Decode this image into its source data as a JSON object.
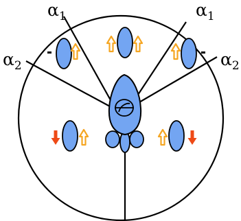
{
  "labels": {
    "alpha_1": {
      "symbol": "α",
      "subscript": "1"
    },
    "alpha_2": {
      "symbol": "α",
      "subscript": "2"
    }
  },
  "colors": {
    "outline": "#000000",
    "body_fill": "#73a5f2",
    "arrow_outline": "#f5a623",
    "arrow_solid": "#ee4a16",
    "background": "#ffffff"
  },
  "icons": {
    "up_arrow_outline": "hollow-up-arrow",
    "down_arrow_solid": "solid-down-arrow",
    "minus_mark": "minus-sign"
  }
}
